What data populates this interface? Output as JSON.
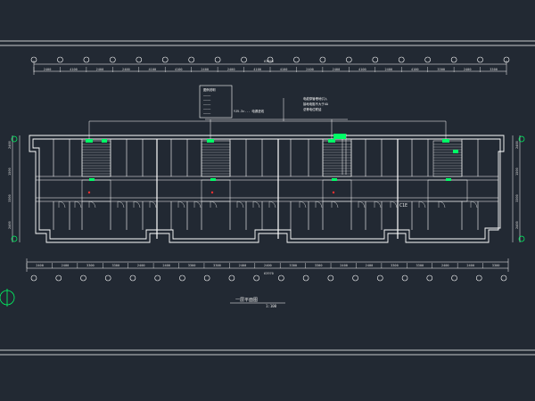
{
  "drawing": {
    "caption": "一层平面图",
    "caption_sub": "1:100",
    "overall_dim_top": "63970",
    "overall_dim_bottom": "63970",
    "top_dims": [
      "2400",
      "4100",
      "2400",
      "2400",
      "4100",
      "4100",
      "2400",
      "2400",
      "4100",
      "4100",
      "2400",
      "2400",
      "4100",
      "2400",
      "4100",
      "3300",
      "2400",
      "3300"
    ],
    "bottom_dims": [
      "2400",
      "2400",
      "3300",
      "3300",
      "2400",
      "2400",
      "3300",
      "3300",
      "2400",
      "2400",
      "3300",
      "3300",
      "2400",
      "2400",
      "3300",
      "3300",
      "2400",
      "2400",
      "3300"
    ],
    "left_dims": [
      "2400",
      "1500",
      "3300",
      "2400"
    ],
    "right_dims": [
      "2400",
      "1500",
      "3300",
      "2400"
    ],
    "room_label_c1": "C1E",
    "legend_title": "图例说明",
    "legend_lines": [
      "————",
      "————",
      "————",
      "————",
      "————"
    ],
    "note_center": "YJV-3×... 电源进线",
    "note_right": [
      "电缆穿管埋地引入",
      "接地电阻不大于4Ω",
      "总等电位联结"
    ],
    "colors": {
      "background": "#222933",
      "lines": "#ffffff",
      "axis_bubble": "#ffffff",
      "accent": "#00ff66",
      "red": "#ff3030"
    }
  }
}
